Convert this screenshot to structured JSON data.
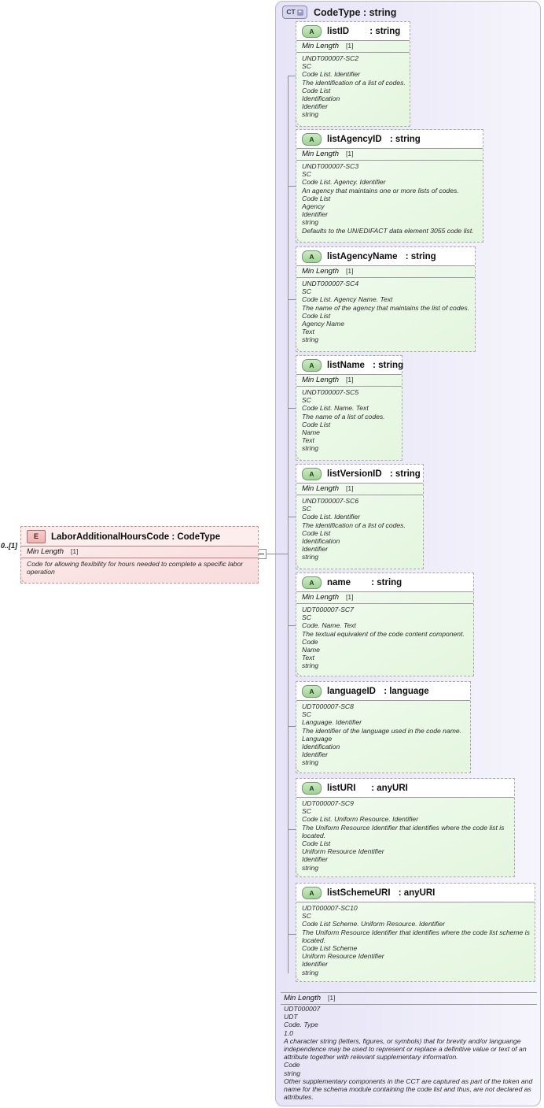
{
  "diagram": {
    "kind": "xsd-schema-diagram",
    "colors": {
      "container_bg": "#e9e7f7",
      "attribute_bg": "#e9f7e4",
      "element_bg": "#fae2e2",
      "border": "#a9a9a9"
    }
  },
  "complex_type": {
    "badge": "CT",
    "badge_expander": "+",
    "title": "CodeType : string",
    "facet": {
      "label": "Min Length",
      "occurrence": "[1]"
    },
    "documentation": [
      "UDT000007",
      "UDT",
      "Code. Type",
      "1.0",
      "A character string (letters, figures, or symbols) that for brevity and/or languange independence may be used to represent or replace a definitive value or text of an attribute together with relevant supplementary information.",
      "Code",
      "string",
      "Other supplementary components in the CCT are captured as part of the token and name for the schema module containing the code list and thus, are not declared as attributes."
    ]
  },
  "element": {
    "badge": "E",
    "name": "LaborAdditionalHoursCode",
    "type": "CodeType",
    "title": "LaborAdditionalHoursCode : CodeType",
    "occurrence": "0..[1]",
    "facet": {
      "label": "Min Length",
      "occurrence": "[1]"
    },
    "documentation": "Code for allowing flexibility for hours needed to complete a specific labor operation",
    "collapse_toggle": "−"
  },
  "attributes": [
    {
      "badge": "A",
      "name": "listID",
      "name_padded": "listID      ",
      "type": ": string",
      "facet": {
        "label": "Min Length",
        "occurrence": "[1]"
      },
      "documentation": [
        "UNDT000007-SC2",
        "SC",
        "Code List. Identifier",
        "The identification of a list of codes.",
        "Code List",
        "Identification",
        "Identifier",
        "string"
      ]
    },
    {
      "badge": "A",
      "name": "listAgencyID",
      "name_padded": "listAgencyID ",
      "type": ": string",
      "facet": {
        "label": "Min Length",
        "occurrence": "[1]"
      },
      "documentation": [
        "UNDT000007-SC3",
        "SC",
        "Code List. Agency. Identifier",
        "An agency that maintains one or more lists of codes.",
        "Code List",
        "Agency",
        "Identifier",
        "string",
        "Defaults to the UN/EDIFACT data element 3055 code list."
      ]
    },
    {
      "badge": "A",
      "name": "listAgencyName",
      "name_padded": "listAgencyName ",
      "type": ": string",
      "facet": {
        "label": "Min Length",
        "occurrence": "[1]"
      },
      "documentation": [
        "UNDT000007-SC4",
        "SC",
        "Code List. Agency Name. Text",
        "The name of the agency that maintains the list of codes.",
        "Code List",
        "Agency Name",
        "Text",
        "string"
      ]
    },
    {
      "badge": "A",
      "name": "listName",
      "name_padded": "listName ",
      "type": ": string",
      "facet": {
        "label": "Min Length",
        "occurrence": "[1]"
      },
      "documentation": [
        "UNDT000007-SC5",
        "SC",
        "Code List. Name. Text",
        "The name of a list of codes.",
        "Code List",
        "Name",
        "Text",
        "string"
      ]
    },
    {
      "badge": "A",
      "name": "listVersionID",
      "name_padded": "listVersionID ",
      "type": ": string",
      "facet": {
        "label": "Min Length",
        "occurrence": "[1]"
      },
      "documentation": [
        "UNDT000007-SC6",
        "SC",
        "Code List. Identifier",
        "The identification of a list of codes.",
        "Code List",
        "Identification",
        "Identifier",
        "string"
      ]
    },
    {
      "badge": "A",
      "name": "name",
      "name_padded": "name      ",
      "type": ": string",
      "facet": {
        "label": "Min Length",
        "occurrence": "[1]"
      },
      "documentation": [
        "UDT000007-SC7",
        "SC",
        "Code. Name. Text",
        "The textual equivalent of the code content component.",
        "Code",
        "Name",
        "Text",
        "string"
      ]
    },
    {
      "badge": "A",
      "name": "languageID",
      "name_padded": "languageID ",
      "type": ": language",
      "facet": null,
      "documentation": [
        "UDT000007-SC8",
        "SC",
        "Language. Identifier",
        "The identifier of the language used in the code name.",
        "Language",
        "Identification",
        "Identifier",
        "string"
      ]
    },
    {
      "badge": "A",
      "name": "listURI",
      "name_padded": "listURI    ",
      "type": ": anyURI",
      "facet": null,
      "documentation": [
        "UDT000007-SC9",
        "SC",
        "Code List. Uniform Resource. Identifier",
        "The Uniform Resource Identifier that identifies where the code list is located.",
        "Code List",
        "Uniform Resource Identifier",
        "Identifier",
        "string"
      ]
    },
    {
      "badge": "A",
      "name": "listSchemeURI",
      "name_padded": "listSchemeURI ",
      "type": ": anyURI",
      "facet": null,
      "documentation": [
        "UDT000007-SC10",
        "SC",
        "Code List Scheme. Uniform Resource. Identifier",
        "The Uniform Resource Identifier that identifies where the code list scheme is located.",
        "Code List Scheme",
        "Uniform Resource Identifier",
        "Identifier",
        "string"
      ]
    }
  ]
}
